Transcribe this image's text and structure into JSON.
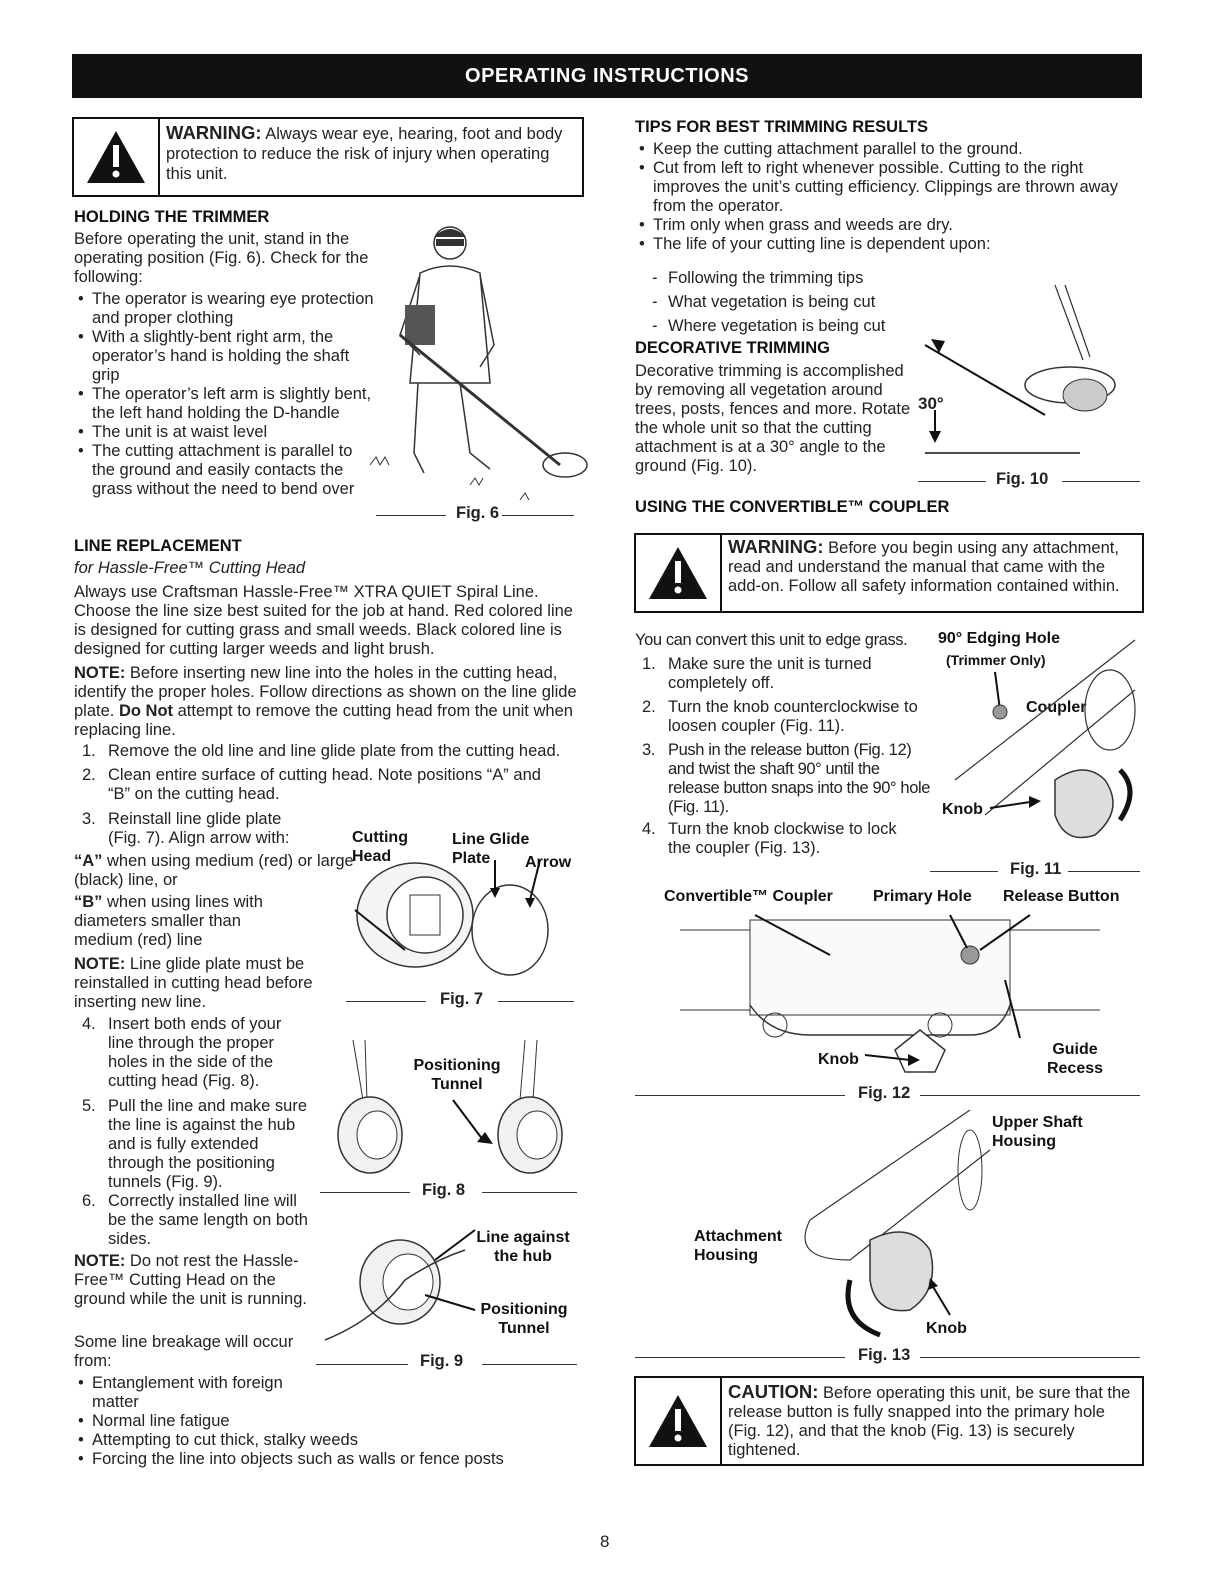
{
  "header": {
    "title": "OPERATING INSTRUCTIONS"
  },
  "warning1": {
    "label": "WARNING:",
    "text": " Always wear eye, hearing, foot and body protection to reduce the risk of injury when operating this unit."
  },
  "holding": {
    "title": "HOLDING THE TRIMMER",
    "intro": "Before operating the unit, stand in the operating position (Fig. 6). Check for the following:",
    "bullets": [
      "The operator is wearing eye protection and proper clothing",
      "With a slightly-bent right arm, the operator’s hand is holding the shaft grip",
      "The operator’s left arm is slightly bent, the left hand holding the D-handle",
      "The unit is at waist level",
      "The cutting attachment is parallel to the ground and easily contacts the grass without the need to bend over"
    ],
    "fig": "Fig. 6"
  },
  "line": {
    "title": "LINE REPLACEMENT",
    "subtitle": "for Hassle-Free™ Cutting Head",
    "para": "Always use Craftsman Hassle-Free™ XTRA QUIET Spiral Line. Choose the line size best suited for the job at hand. Red colored line is designed for cutting grass and small weeds. Black colored line is designed for cutting larger weeds and light brush.",
    "note1_label": "NOTE:",
    "note1_a": " Before inserting new line into the holes in the cutting head, identify the proper holes. Follow directions as shown on the line glide plate. ",
    "note1_b": "Do Not",
    "note1_c": " attempt to remove the cutting head from the unit when replacing line.",
    "step1": "Remove the old line and line glide plate from the cutting head.",
    "step2": "Clean entire surface of cutting head. Note positions “A” and “B” on the cutting head.",
    "step3": "Reinstall line glide plate (Fig. 7). Align arrow with:",
    "a_label": "“A”",
    "a_text": " when using medium (red) or large (black) line, or",
    "b_label": "“B”",
    "b_text": " when using lines with diameters smaller than medium (red) line",
    "note2_label": "NOTE:",
    "note2_text": " Line glide plate must be reinstalled in cutting head before inserting new line.",
    "step4": "Insert both ends of your line through the proper holes in the side of the cutting head (Fig. 8).",
    "step5": "Pull the line and make sure the line is against the hub and is fully extended through the positioning tunnels (Fig. 9).",
    "step6": "Correctly installed line will be the same length on both sides.",
    "note3_label": "NOTE:",
    "note3_text": " Do not rest the Hassle-Free™ Cutting Head on the ground while the unit is running.",
    "breakage": "Some line breakage will occur from:",
    "bullets": [
      "Entanglement with foreign matter",
      "Normal line fatigue",
      "Attempting to cut thick, stalky weeds",
      "Forcing the line into objects such as walls or fence posts"
    ],
    "fig7": "Fig. 7",
    "fig7_cutting_head": "Cutting Head",
    "fig7_line_glide_plate": "Line Glide Plate",
    "fig7_arrow": "Arrow",
    "fig8": "Fig. 8",
    "fig8_positioning_tunnel": "Positioning Tunnel",
    "fig9": "Fig. 9",
    "fig9_line_against_hub": "Line against the hub",
    "fig9_positioning_tunnel": "Positioning Tunnel"
  },
  "tips": {
    "title": "TIPS FOR BEST TRIMMING RESULTS",
    "bullets": [
      "Keep the cutting attachment parallel to the ground.",
      "Cut from left to right whenever possible. Cutting to the right improves the unit’s cutting efficiency. Clippings are thrown away from the operator.",
      "Trim only when grass and weeds are dry.",
      "The life of your cutting line is dependent upon:"
    ],
    "dashes": [
      "Following the trimming tips",
      "What vegetation is being cut",
      "Where vegetation is being cut"
    ]
  },
  "decorative": {
    "title": "DECORATIVE TRIMMING",
    "text": "Decorative trimming is accomplished by removing all vegetation around trees, posts, fences and more. Rotate the whole unit so that the cutting attachment is at a 30° angle to the ground (Fig. 10).",
    "fig": "Fig. 10",
    "angle": "30°"
  },
  "coupler": {
    "title": "USING THE CONVERTIBLE™ COUPLER",
    "warn_label": "WARNING:",
    "warn_text": " Before you begin using any attachment, read and understand the manual that came with the add-on. Follow all safety information contained within.",
    "intro": "You can convert this unit to edge grass.",
    "steps": [
      "Make sure the unit is turned completely off.",
      "Turn the knob counterclockwise to loosen coupler (Fig. 11).",
      "Push in the release button (Fig. 12) and twist the shaft 90° until the release button snaps into the 90° hole (Fig. 11).",
      "Turn the knob clockwise to lock the coupler (Fig. 13)."
    ],
    "fig11": "Fig. 11",
    "fig11_edging_hole": "90° Edging Hole",
    "fig11_trimmer_only": "(Trimmer Only)",
    "fig11_coupler": "Coupler",
    "fig11_knob": "Knob",
    "fig12": "Fig. 12",
    "fig12_convertible": "Convertible™ Coupler",
    "fig12_primary": "Primary Hole",
    "fig12_release": "Release Button",
    "fig12_knob": "Knob",
    "fig12_guide": "Guide Recess",
    "fig13": "Fig. 13",
    "fig13_upper": "Upper Shaft Housing",
    "fig13_attach": "Attachment Housing",
    "fig13_knob": "Knob"
  },
  "caution": {
    "label": "CAUTION:",
    "text": " Before operating this unit, be sure that the release button is fully snapped into the primary hole (Fig. 12), and that the knob (Fig. 13) is securely tightened."
  },
  "page_number": "8"
}
